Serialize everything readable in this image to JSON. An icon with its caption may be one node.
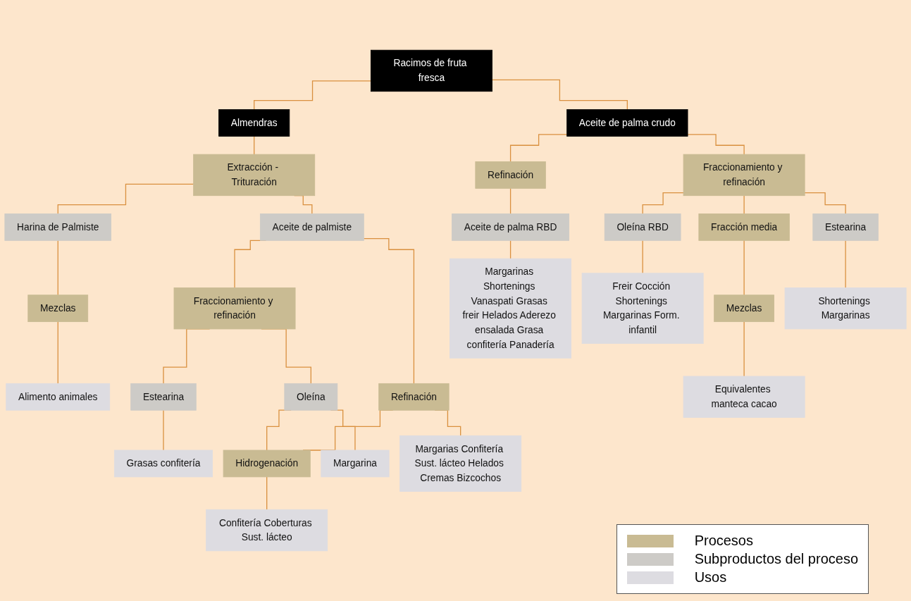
{
  "diagram": {
    "nodes": [
      {
        "text": [
          "Racimos de fruta fresca"
        ]
      },
      {
        "text": [
          "Almendras"
        ]
      },
      {
        "text": [
          "Aceite de palma crudo"
        ]
      },
      {
        "text": [
          "Extracción - Trituración"
        ]
      },
      {
        "text": [
          "Harina de Palmiste"
        ]
      },
      {
        "text": [
          "Aceite de palmiste"
        ]
      },
      {
        "text": [
          "Mezclas"
        ]
      },
      {
        "text": [
          "Alimento animales"
        ]
      },
      {
        "text": [
          "Fraccionamiento y refinación"
        ]
      },
      {
        "text": [
          "Refinación"
        ]
      },
      {
        "text": [
          "Estearina"
        ]
      },
      {
        "text": [
          "Oleína"
        ]
      },
      {
        "text": [
          "Hidrogenación"
        ]
      },
      {
        "text": [
          "Margarina"
        ]
      },
      {
        "text": [
          "Grasas confitería"
        ]
      },
      {
        "text": [
          "Confitería Coberturas Sust. lácteo"
        ]
      },
      {
        "text": [
          "Margarias Confitería Sust. lácteo Helados Cremas Bizcochos"
        ]
      },
      {
        "text": [
          "Refinación"
        ]
      },
      {
        "text": [
          "Fraccionamiento y refinación"
        ]
      },
      {
        "text": [
          "Aceite de palma RBD"
        ]
      },
      {
        "text": [
          "Margarinas Shortenings Vanaspati Grasas freir Helados Aderezo ensalada Grasa confitería Panadería"
        ]
      },
      {
        "text": [
          "Oleína RBD"
        ]
      },
      {
        "text": [
          "Fracción media"
        ]
      },
      {
        "text": [
          "Estearina"
        ]
      },
      {
        "text": [
          "Mezclas"
        ]
      },
      {
        "text": [
          "Freir Cocción Shortenings Margarinas Form. infantil"
        ]
      },
      {
        "text": [
          "Equivalentes manteca cacao"
        ]
      },
      {
        "text": [
          "Shortenings Margarinas"
        ]
      }
    ],
    "edges": [
      {
        "from": 0,
        "to": 1,
        "arrow": "none"
      },
      {
        "from": 0,
        "to": 2,
        "arrow": "none"
      },
      {
        "from": 1,
        "to": 3,
        "arrow": "none"
      },
      {
        "from": 3,
        "to": 4,
        "arrow": "none"
      },
      {
        "from": 3,
        "to": 5,
        "arrow": "none"
      },
      {
        "from": 4,
        "to": 6,
        "arrow": "none"
      },
      {
        "from": 6,
        "to": 7,
        "arrow": "none"
      },
      {
        "from": 5,
        "to": 8,
        "arrow": "none"
      },
      {
        "from": 5,
        "to": 9,
        "arrow": "none"
      },
      {
        "from": 8,
        "to": 10,
        "arrow": "none"
      },
      {
        "from": 8,
        "to": 11,
        "arrow": "none"
      },
      {
        "from": 9,
        "to": 12,
        "arrow": "none"
      },
      {
        "from": 9,
        "to": 16,
        "arrow": "none"
      },
      {
        "from": 11,
        "to": 12,
        "arrow": "none"
      },
      {
        "from": 11,
        "to": 13,
        "arrow": "none"
      },
      {
        "from": 10,
        "to": 14,
        "arrow": "none"
      },
      {
        "from": 12,
        "to": 15,
        "arrow": "none"
      },
      {
        "from": 2,
        "to": 17,
        "arrow": "none"
      },
      {
        "from": 2,
        "to": 18,
        "arrow": "none"
      },
      {
        "from": 17,
        "to": 19,
        "arrow": "none"
      },
      {
        "from": 19,
        "to": 20,
        "arrow": "none"
      },
      {
        "from": 18,
        "to": 21,
        "arrow": "none"
      },
      {
        "from": 18,
        "to": 22,
        "arrow": "none"
      },
      {
        "from": 18,
        "to": 23,
        "arrow": "none"
      },
      {
        "from": 21,
        "to": 25,
        "arrow": "none"
      },
      {
        "from": 22,
        "to": 24,
        "arrow": "none"
      },
      {
        "from": 24,
        "to": 26,
        "arrow": "none"
      },
      {
        "from": 23,
        "to": 27,
        "arrow": "none"
      }
    ],
    "legend": [
      {
        "text": "Procesos",
        "color": "#c9bb93"
      },
      {
        "text": "Subproductos del proceso",
        "color": "#cdcbc7"
      },
      {
        "text": "Usos",
        "color": "#dddce1"
      }
    ]
  }
}
